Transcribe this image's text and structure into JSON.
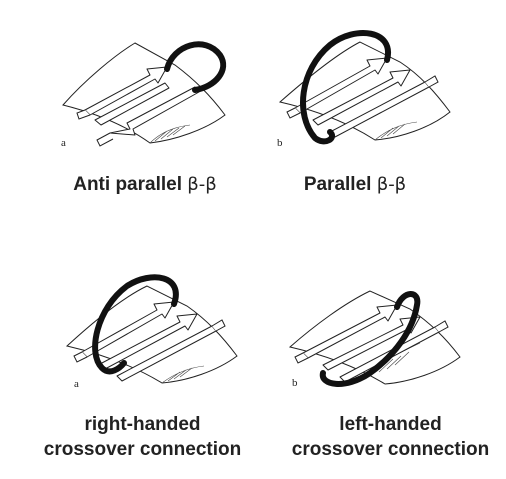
{
  "panels": [
    {
      "id": "antiparallel",
      "letter": "a",
      "caption_bold": "Anti parallel",
      "caption_greek": "β-β",
      "caption_line2": ""
    },
    {
      "id": "parallel",
      "letter": "b",
      "caption_bold": "Parallel",
      "caption_greek": "β-β",
      "caption_line2": ""
    },
    {
      "id": "right-handed",
      "letter": "a",
      "caption_bold": "right-handed",
      "caption_greek": "",
      "caption_line2": "crossover connection"
    },
    {
      "id": "left-handed",
      "letter": "b",
      "caption_bold": "left-handed",
      "caption_greek": "",
      "caption_line2": "crossover connection"
    }
  ],
  "colors": {
    "ink": "#222222",
    "loop": "#111111",
    "background": "#ffffff"
  }
}
